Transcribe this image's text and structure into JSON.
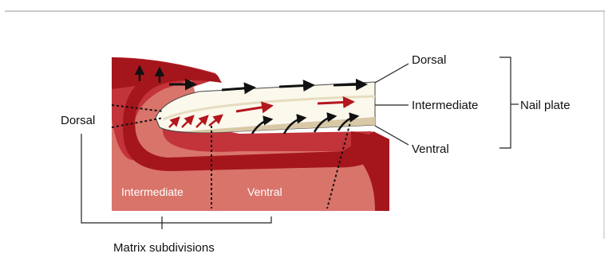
{
  "labels": {
    "dorsal_left": "Dorsal",
    "matrix_intermediate": "Intermediate",
    "matrix_ventral": "Ventral",
    "matrix_subdivisions": "Matrix subdivisions",
    "plate_dorsal": "Dorsal",
    "plate_intermediate": "Intermediate",
    "plate_ventral": "Ventral",
    "nail_plate": "Nail plate"
  },
  "colors": {
    "tissue_dark": "#a5161c",
    "tissue_mid": "#c3333a",
    "tissue_light": "#d9746a",
    "plate_light": "#fbf8ec",
    "plate_ventral": "#d8c8a6",
    "arrow_black": "#111111",
    "arrow_red": "#b3161c"
  }
}
